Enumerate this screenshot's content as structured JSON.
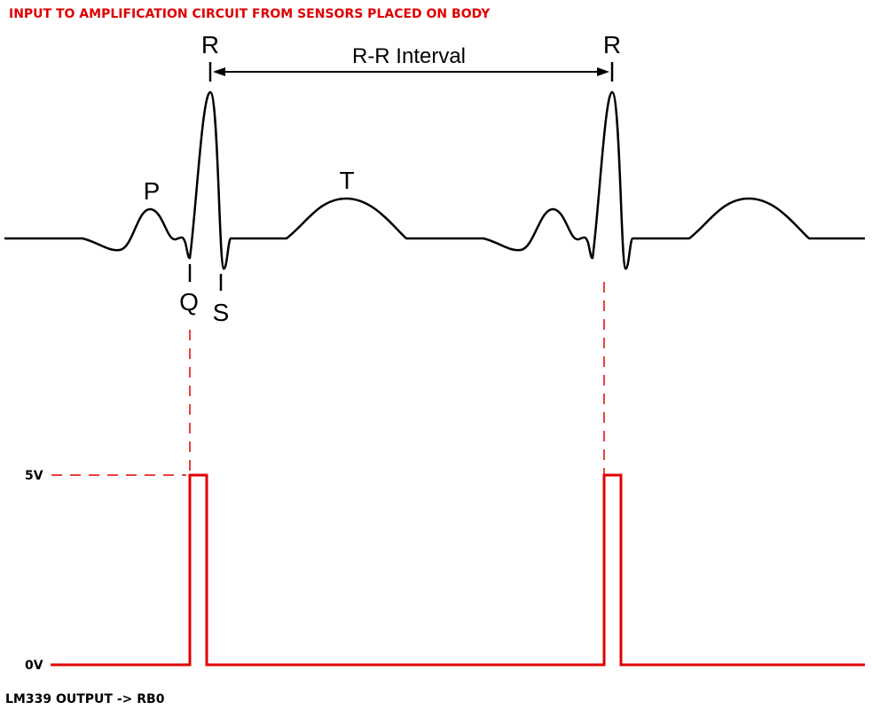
{
  "title": "INPUT TO AMPLIFICATION CIRCUIT FROM SENSORS PLACED ON BODY",
  "footer": "LM339 OUTPUT -> RB0",
  "colors": {
    "accent": "#e00000",
    "trace": "#000000",
    "background": "#ffffff"
  },
  "ecg": {
    "labels": {
      "p": "P",
      "q": "Q",
      "r": "R",
      "s": "S",
      "t": "T"
    },
    "interval_label": "R-R Interval"
  },
  "output": {
    "high_label": "5V",
    "low_label": "0V"
  }
}
